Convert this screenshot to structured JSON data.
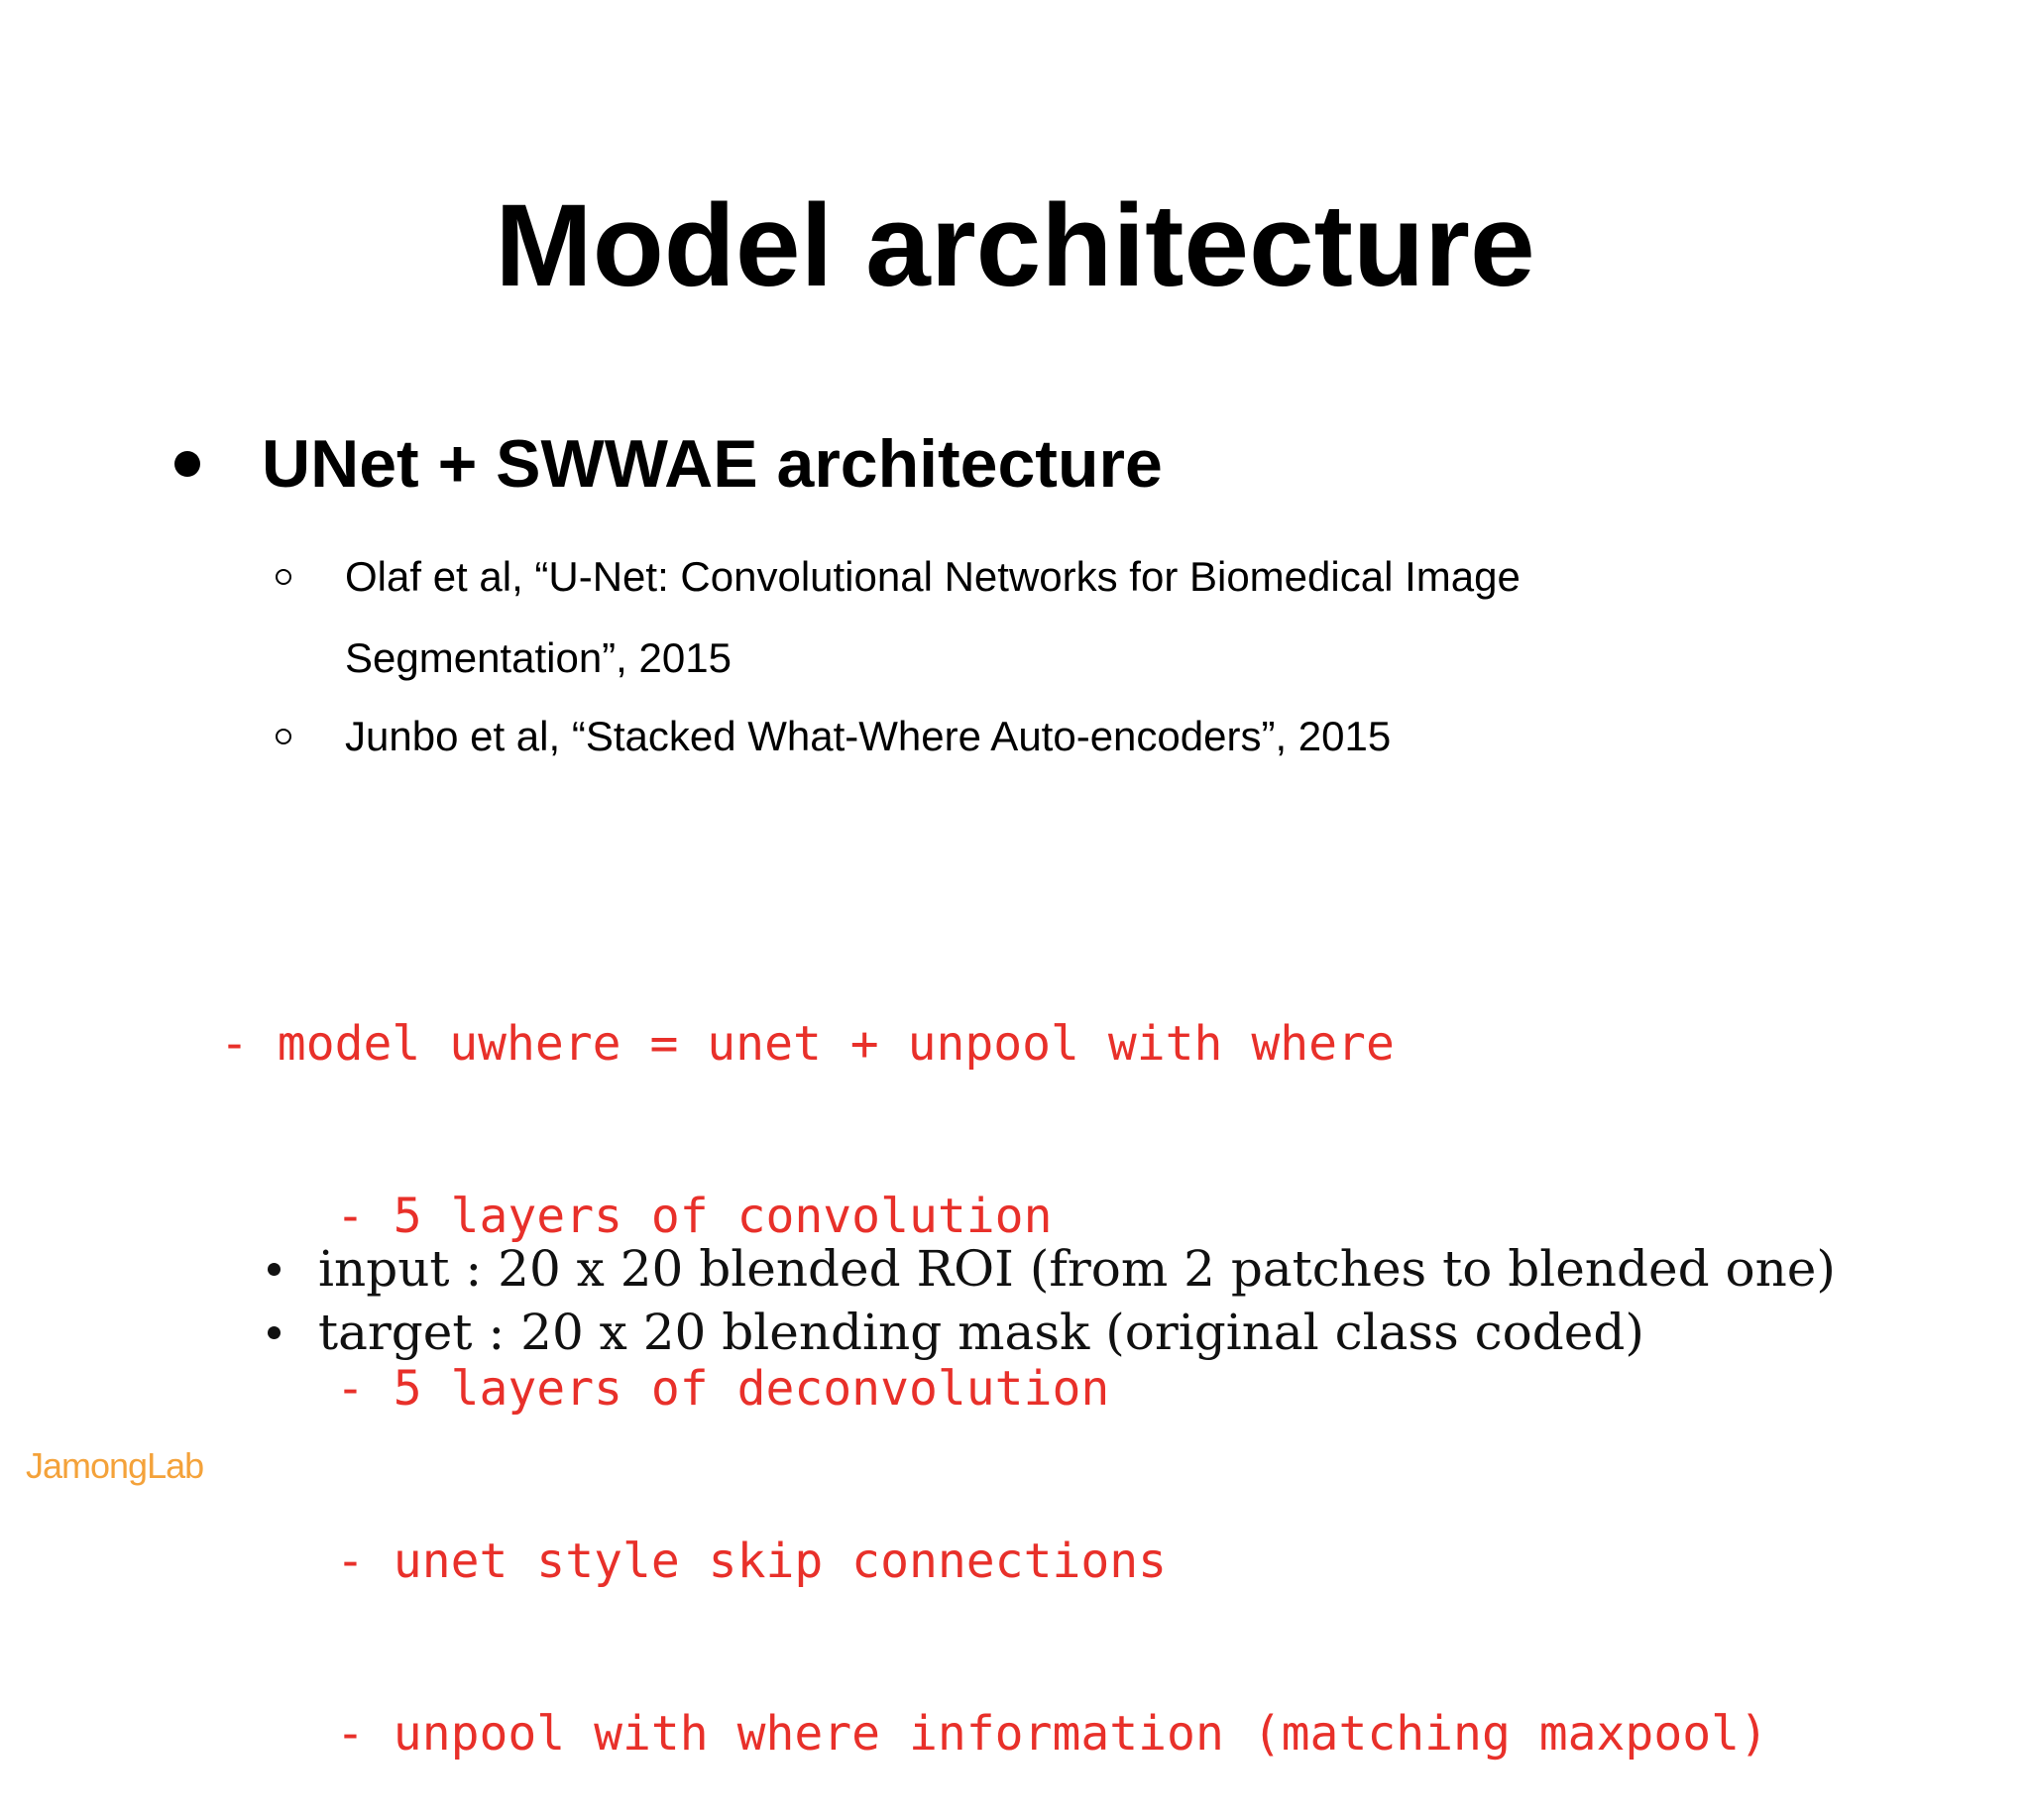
{
  "slide": {
    "title": "Model architecture",
    "main_bullet": "UNet + SWWAE architecture",
    "references": [
      {
        "text": "Olaf et al, “U-Net: Convolutional Networks for Biomedical Image Segmentation”, 2015"
      },
      {
        "text": "Junbo et al, “Stacked What-Where Auto-encoders”, 2015"
      }
    ],
    "code_lines": [
      "- model uwhere = unet + unpool with where",
      "- 5 layers of convolution",
      "- 5 layers of deconvolution",
      "- unet style skip connections",
      "- unpool with where information (matching maxpool)"
    ],
    "io_items": [
      "input : 20 x 20 blended ROI (from 2 patches to blended one)",
      "target : 20 x 20 blending mask (original class coded)"
    ],
    "logo": "JamongLab",
    "colors": {
      "code_text": "#e8302a",
      "logo": "#f4a23a"
    }
  }
}
